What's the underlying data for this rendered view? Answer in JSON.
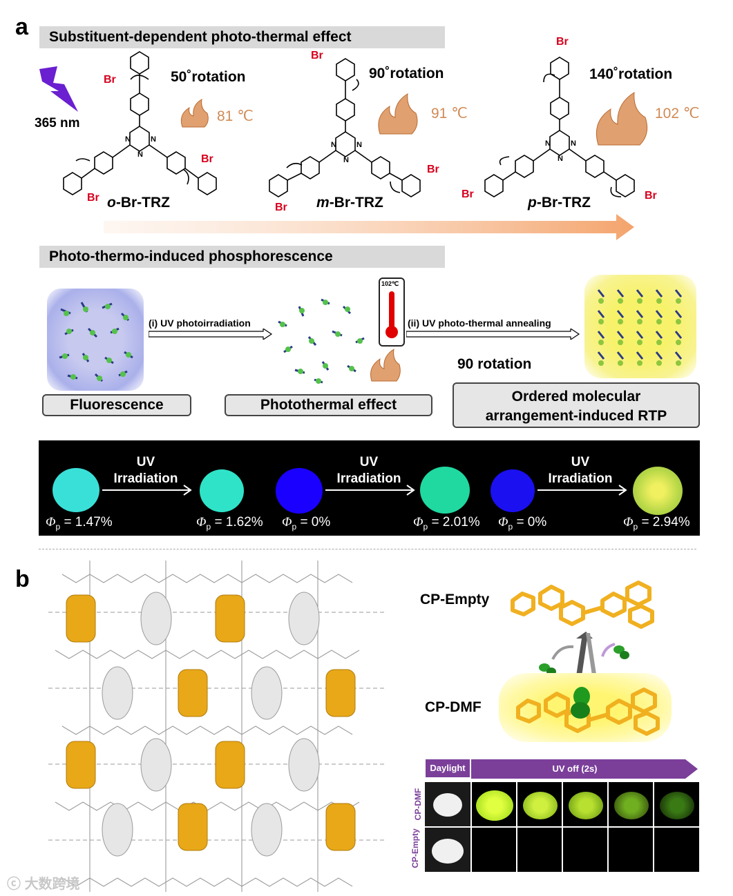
{
  "panel_a": {
    "letter": "a",
    "section1_title": "Substituent-dependent photo-thermal effect",
    "light_label": "365 nm",
    "molecules": [
      {
        "name_italic": "o",
        "name_rest": "-Br-TRZ",
        "rotation": "50˚rotation",
        "temperature": "81 ℃"
      },
      {
        "name_italic": "m",
        "name_rest": "-Br-TRZ",
        "rotation": "90˚rotation",
        "temperature": "91 ℃"
      },
      {
        "name_italic": "p",
        "name_rest": "-Br-TRZ",
        "rotation": "140˚rotation",
        "temperature": "102 ℃"
      }
    ],
    "atom_br": "Br",
    "atom_n": "N",
    "section2_title": "Photo-thermo-induced phosphorescence",
    "step1": "(i) UV photoirradiation",
    "step2": "(ii) UV photo-thermal annealing",
    "thermometer_label": "102℃",
    "rotation_note": "90 rotation",
    "box_fluorescence": "Fluorescence",
    "box_photothermal": "Photothermal effect",
    "box_ordered_line1": "Ordered molecular",
    "box_ordered_line2": "arrangement-induced RTP",
    "uv_label_line1": "UV",
    "uv_label_line2": "Irradiation",
    "phi_symbol": "Φ",
    "phi_sub": "p",
    "phi_values": [
      "= 1.47%",
      "= 1.62%",
      "= 0%",
      "= 2.01%",
      "= 0%",
      "= 2.94%"
    ],
    "colors": {
      "dot1": "#39e0d8",
      "dot2": "#2fe3c8",
      "dot3": "#1a00ff",
      "dot4": "#1fd9a0",
      "dot5": "#1a10f0",
      "dot6": "#c8e84a",
      "bromine": "#d6001c",
      "temperature": "#d08a55"
    }
  },
  "panel_b": {
    "letter": "b",
    "cp_empty": "CP-Empty",
    "cp_dmf": "CP-DMF",
    "daylight": "Daylight",
    "uv_off": "UV off (2s)",
    "row1_label": "CP-DMF",
    "row2_label": "CP-Empty",
    "colors": {
      "purple": "#7b3f9a",
      "gold": "#f0b020"
    }
  },
  "watermark": "大数跨境"
}
